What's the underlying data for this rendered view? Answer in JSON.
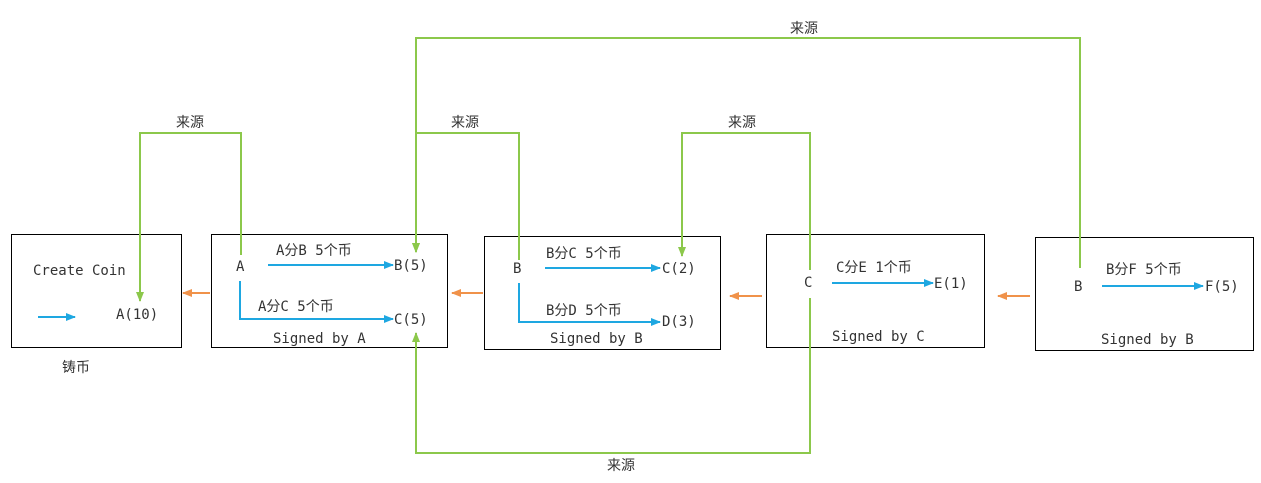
{
  "colors": {
    "transfer_arrow": "#1ea7e1",
    "source_line": "#8cc84b",
    "chain_arrow": "#f0924a",
    "box_border": "#000000"
  },
  "source_label": "来源",
  "mint": {
    "title": "Create Coin",
    "output": "A(10)",
    "caption": "铸币"
  },
  "tx1": {
    "from": "A",
    "transfers": [
      {
        "label": "A分B 5个币",
        "to": "B(5)"
      },
      {
        "label": "A分C 5个币",
        "to": "C(5)"
      }
    ],
    "signature": "Signed by A"
  },
  "tx2": {
    "from": "B",
    "transfers": [
      {
        "label": "B分C 5个币",
        "to": "C(2)"
      },
      {
        "label": "B分D 5个币",
        "to": "D(3)"
      }
    ],
    "signature": "Signed by B"
  },
  "tx3": {
    "from": "C",
    "transfers": [
      {
        "label": "C分E 1个币",
        "to": "E(1)"
      }
    ],
    "signature": "Signed by C"
  },
  "tx4": {
    "from": "B",
    "transfers": [
      {
        "label": "B分F 5个币",
        "to": "F(5)"
      }
    ],
    "signature": "Signed by B"
  }
}
